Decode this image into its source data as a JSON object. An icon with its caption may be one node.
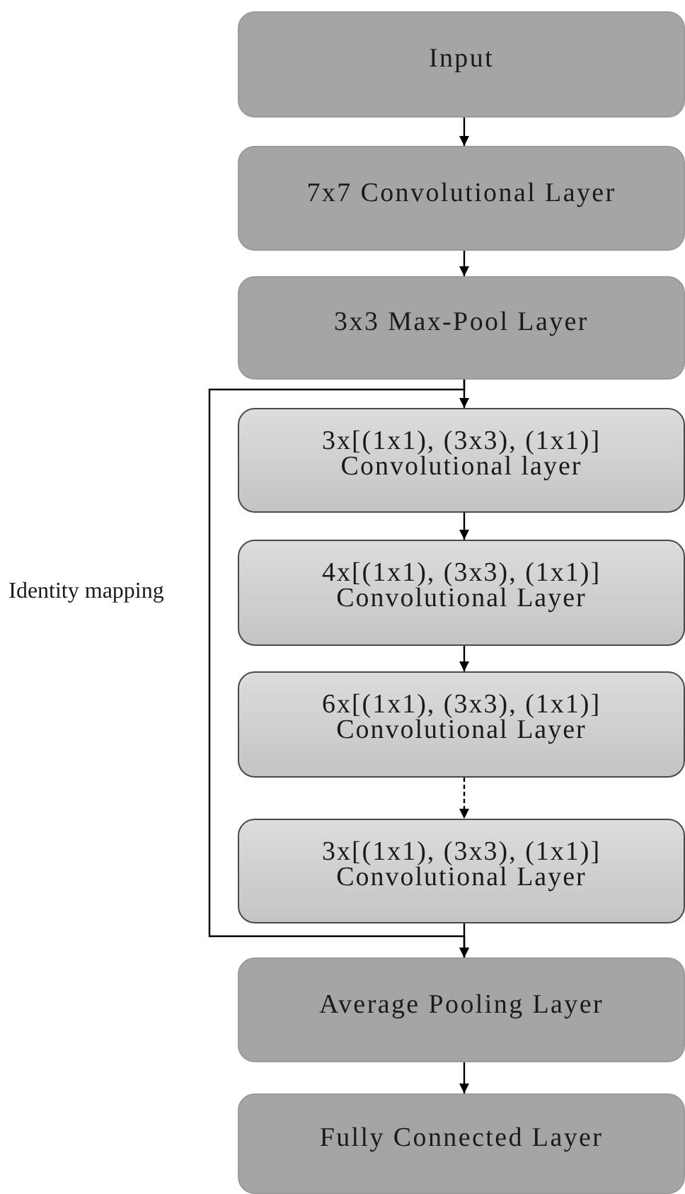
{
  "diagram": {
    "nodes": [
      {
        "text": [
          "Input"
        ]
      },
      {
        "text": [
          "7x7 Convolutional Layer"
        ]
      },
      {
        "text": [
          "3x3 Max-Pool Layer"
        ]
      },
      {
        "text": [
          "3x[(1x1), (3x3), (1x1)] Convolutional layer"
        ]
      },
      {
        "text": [
          "4x[(1x1), (3x3), (1x1)] Convolutional Layer"
        ]
      },
      {
        "text": [
          "6x[(1x1), (3x3), (1x1)] Convolutional Layer"
        ]
      },
      {
        "text": [
          "3x[(1x1), (3x3), (1x1)] Convolutional Layer"
        ]
      },
      {
        "text": [
          "Average Pooling Layer"
        ]
      },
      {
        "text": [
          "Fully Connected Layer"
        ]
      }
    ],
    "edges": [
      {
        "from": 0,
        "to": 1,
        "arrow": "to"
      },
      {
        "from": 1,
        "to": 2,
        "arrow": "to"
      },
      {
        "from": 2,
        "to": 3,
        "arrow": "to"
      },
      {
        "from": 3,
        "to": 4,
        "arrow": "to"
      },
      {
        "from": 4,
        "to": 5,
        "arrow": "to"
      },
      {
        "from": 5,
        "to": 6,
        "arrow": "to",
        "style": "dashed"
      },
      {
        "from": 6,
        "to": 7,
        "arrow": "to"
      },
      {
        "from": 7,
        "to": 8,
        "arrow": "to"
      },
      {
        "from": 2,
        "to": 7,
        "arrow": "to",
        "label": "Identity mapping"
      }
    ]
  }
}
